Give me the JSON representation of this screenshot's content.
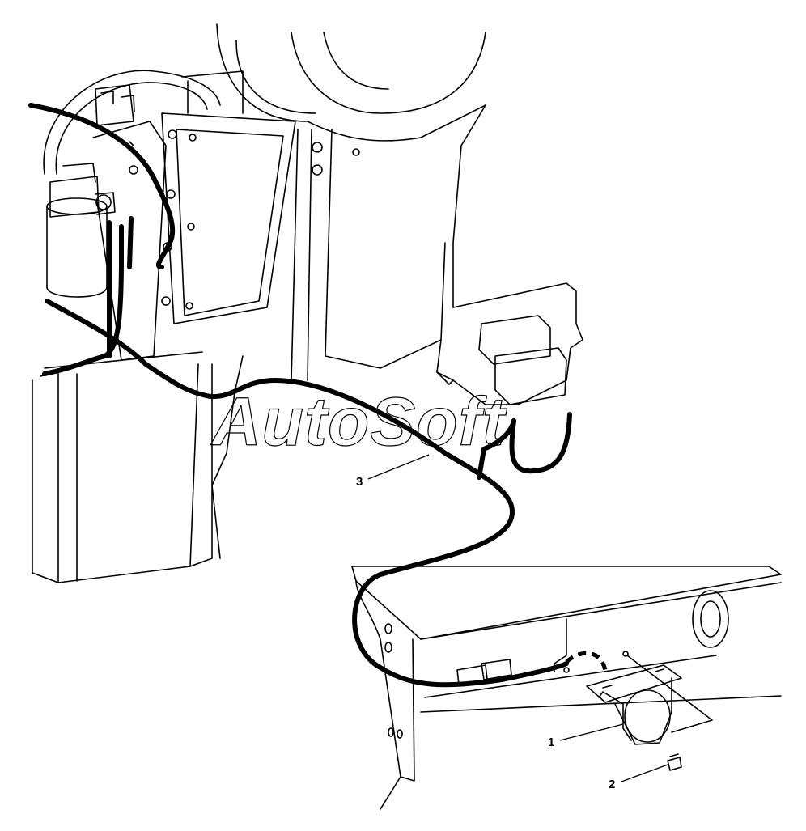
{
  "watermark": "AutoSoft",
  "callouts": [
    {
      "id": "1",
      "label": "1"
    },
    {
      "id": "2",
      "label": "2"
    },
    {
      "id": "3",
      "label": "3"
    }
  ]
}
